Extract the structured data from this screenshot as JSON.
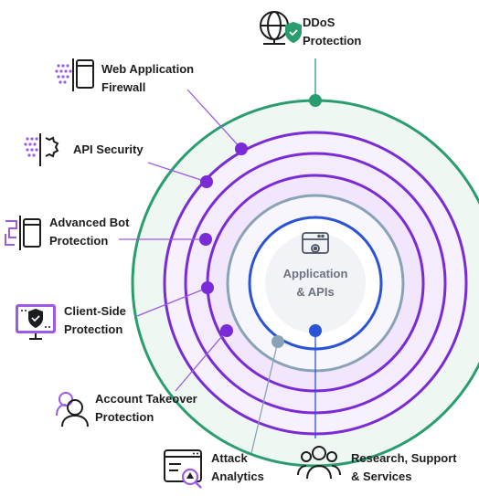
{
  "center": {
    "label": "Application\n& APIs",
    "icon": "gear-window-icon"
  },
  "labels": {
    "ddos": "DDoS\nProtection",
    "waf": "Web Application\nFirewall",
    "api": "API Security",
    "bot": "Advanced Bot\nProtection",
    "client": "Client-Side\nProtection",
    "ato": "Account Takeover\nProtection",
    "analytics": "Attack\nAnalytics",
    "research": "Research, Support\n& Services"
  },
  "icons": {
    "ddos": "globe-shield-icon",
    "waf": "waf-window-icon",
    "api": "api-gear-icon",
    "bot": "bot-window-icon",
    "client": "monitor-shield-icon",
    "ato": "user-icon",
    "analytics": "attack-analytics-icon",
    "research": "team-icon"
  },
  "colors": {
    "green": "#2a9d6e",
    "purple": "#7b2bd6",
    "purple_light": "#9b5be6",
    "blue": "#2b53d6",
    "slate": "#8aa2b8",
    "text": "#1d1d1f"
  }
}
